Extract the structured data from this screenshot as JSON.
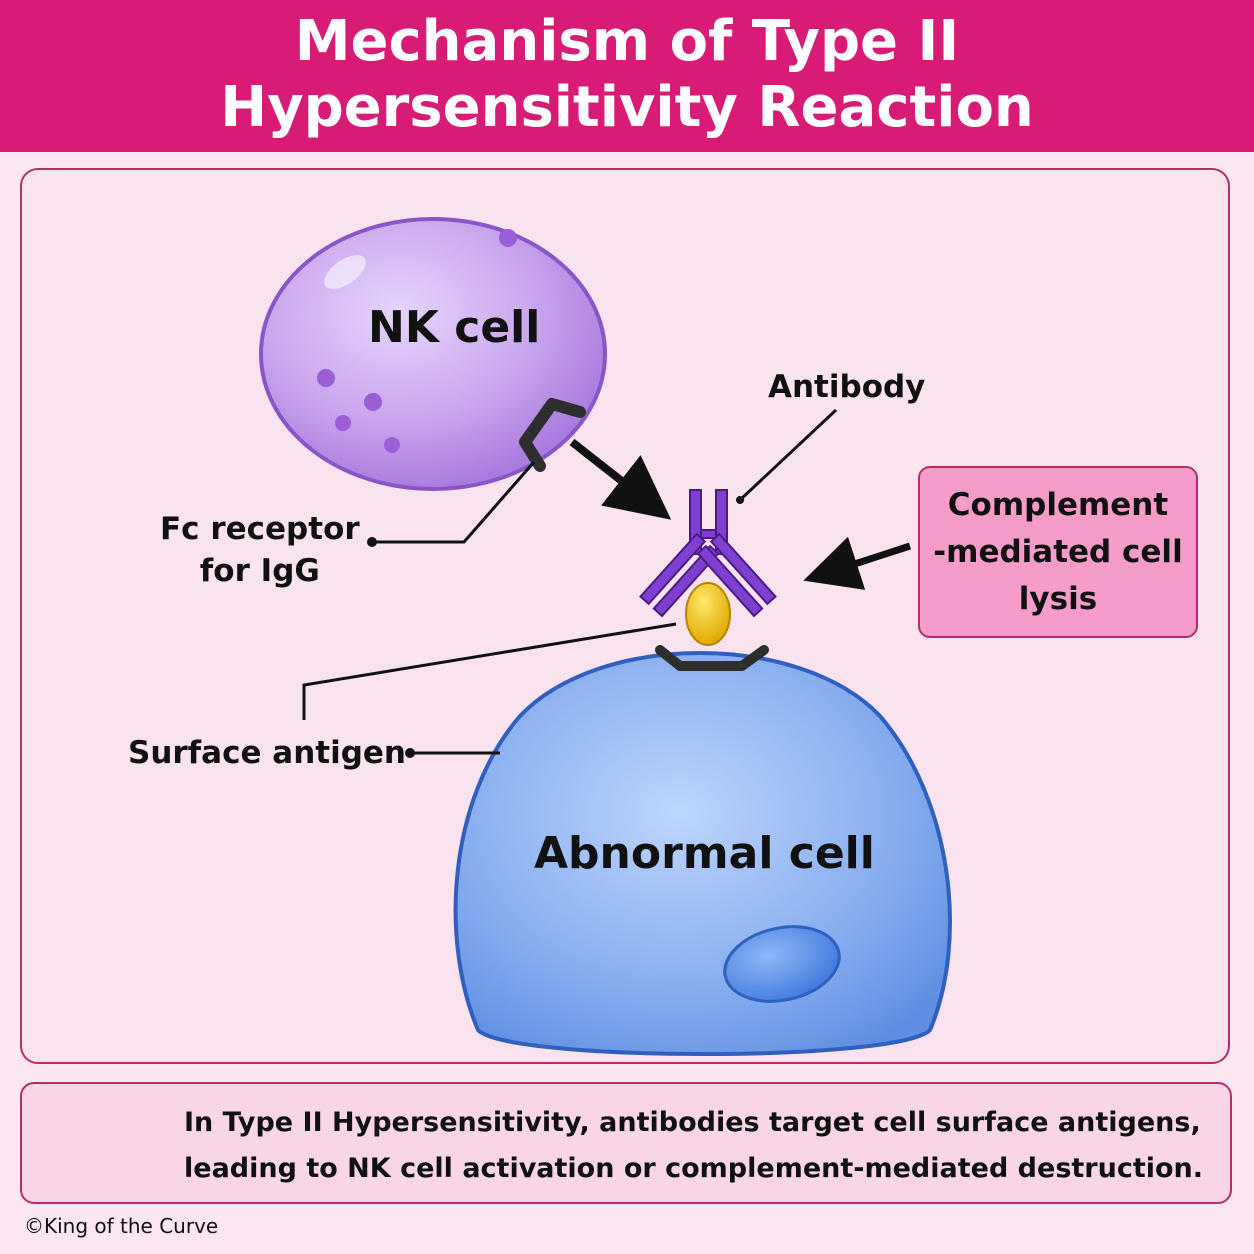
{
  "title": {
    "line1": "Mechanism of Type II",
    "line2": "Hypersensitivity Reaction"
  },
  "labels": {
    "nk_cell": "NK cell",
    "abnormal_cell": "Abnormal cell",
    "antibody": "Antibody",
    "fc_receptor_line1": "Fc receptor",
    "fc_receptor_line2": "for IgG",
    "surface_antigen": "Surface antigen",
    "complement_line1": "Complement",
    "complement_line2": "-mediated cell",
    "complement_line3": "lysis"
  },
  "footer": {
    "line1": "In Type II Hypersensitivity, antibodies target cell surface antigens,",
    "line2": "leading to NK cell activation or complement-mediated destruction.",
    "icon": "shield-check-icon"
  },
  "copyright": "©King of the Curve",
  "colors": {
    "header": "#d81b75",
    "nk_cell": "#c9a6ee",
    "abnormal_cell": "#7ea8ef",
    "antibody": "#7b3fc4",
    "antigen": "#f2c200",
    "complement_box": "#f69ccb"
  }
}
